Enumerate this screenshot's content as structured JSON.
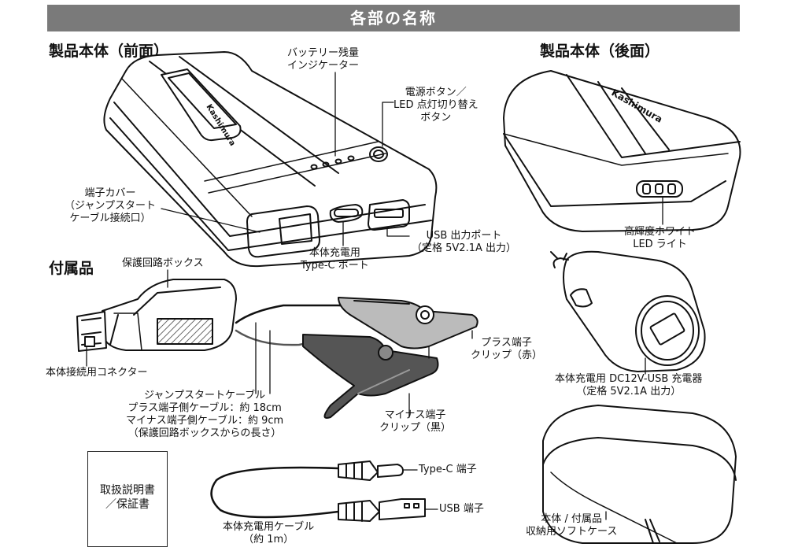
{
  "banner": "各部の名称",
  "sections": {
    "front": "製品本体（前面）",
    "back": "製品本体（後面）",
    "accessories": "付属品"
  },
  "brand": "Kashimura",
  "labels": {
    "battery_indicator": [
      "バッテリー残量",
      "インジケーター"
    ],
    "power_button": [
      "電源ボタン／",
      "LED 点灯切り替え",
      "ボタン"
    ],
    "terminal_cover": [
      "端子カバー",
      "（ジャンプスタート",
      "ケーブル接続口）"
    ],
    "typec_port": [
      "本体充電用",
      "Type-C ポート"
    ],
    "usb_port": [
      "USB 出力ポート",
      "（定格 5V2.1A 出力）"
    ],
    "white_led": [
      "高輝度ホワイト",
      "LED ライト"
    ],
    "protection_box": "保護回路ボックス",
    "connector": "本体接続用コネクター",
    "plus_clip": [
      "プラス端子",
      "クリップ（赤）"
    ],
    "minus_clip": [
      "マイナス端子",
      "クリップ（黒）"
    ],
    "jump_cable": [
      "ジャンプスタートケーブル",
      "プラス端子側ケーブル：約 18cm",
      "マイナス端子側ケーブル：約 9cm",
      "（保護回路ボックスからの長さ）"
    ],
    "car_charger": [
      "本体充電用 DC12V-USB 充電器",
      "（定格 5V2.1A 出力）"
    ],
    "manual": [
      "取扱説明書",
      "／保証書"
    ],
    "typec_terminal": "Type-C 端子",
    "usb_terminal": "USB 端子",
    "charge_cable": [
      "本体充電用ケーブル",
      "（約 1m）"
    ],
    "soft_case": [
      "本体 / 付属品",
      "収納用ソフトケース"
    ]
  }
}
